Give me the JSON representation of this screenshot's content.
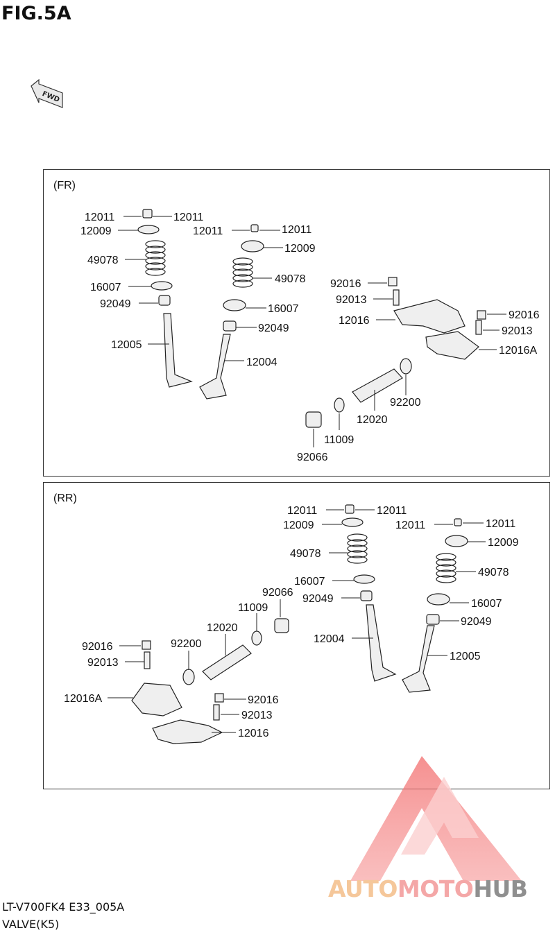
{
  "figure": {
    "title": "FIG.5A"
  },
  "direction": {
    "label": "FWD"
  },
  "panels": {
    "front": {
      "label": "(FR)"
    },
    "rear": {
      "label": "(RR)"
    }
  },
  "front_labels": [
    "12011",
    "12011",
    "12009",
    "12011",
    "12011",
    "12009",
    "49078",
    "49078",
    "16007",
    "92049",
    "16007",
    "92049",
    "12005",
    "12004",
    "92016",
    "92013",
    "12016",
    "92016",
    "92013",
    "12016A",
    "92200",
    "12020",
    "11009",
    "92066"
  ],
  "rear_labels": [
    "12011",
    "12011",
    "12009",
    "12011",
    "12011",
    "12009",
    "49078",
    "49078",
    "16007",
    "92049",
    "16007",
    "92049",
    "12004",
    "12005",
    "92066",
    "11009",
    "12020",
    "92200",
    "92016",
    "92013",
    "12016A",
    "92016",
    "92013",
    "12016"
  ],
  "footer": {
    "model_code": "LT-V700FK4 E33_005A",
    "part_name": "VALVE(K5)"
  },
  "watermark": {
    "word1": "AUTO",
    "word2": "MOTO",
    "word3": "HUB"
  },
  "colors": {
    "watermark_red": "#f26b6b",
    "watermark_orange": "#f5c79a",
    "watermark_gray": "#8f8f8f",
    "line": "#222222"
  }
}
